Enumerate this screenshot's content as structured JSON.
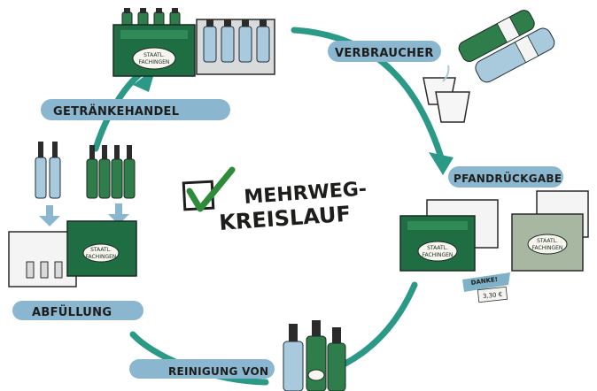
{
  "diagram": {
    "title_line1": "MEHRWEG-",
    "title_line2": "KREISLAUF",
    "stations": {
      "verbraucher": "VERBRAUCHER",
      "pfandrueckgabe": "PFANDRÜCKGABE",
      "reinigung": "REINIGUNG VON",
      "abfuellung": "ABFÜLLUNG",
      "getraenkehandel": "GETRÄNKEHANDEL"
    },
    "crate_brand_line1": "STAATL.",
    "crate_brand_line2": "FACHINGEN",
    "deposit_tag": {
      "thanks": "DANKE!",
      "amount": "3,30 €"
    },
    "colors": {
      "cycle_arrow": "#2a9a87",
      "label_banner": "#8bb6cf",
      "crate_green": "#1f6e43",
      "check": "#2e8b3a"
    }
  }
}
